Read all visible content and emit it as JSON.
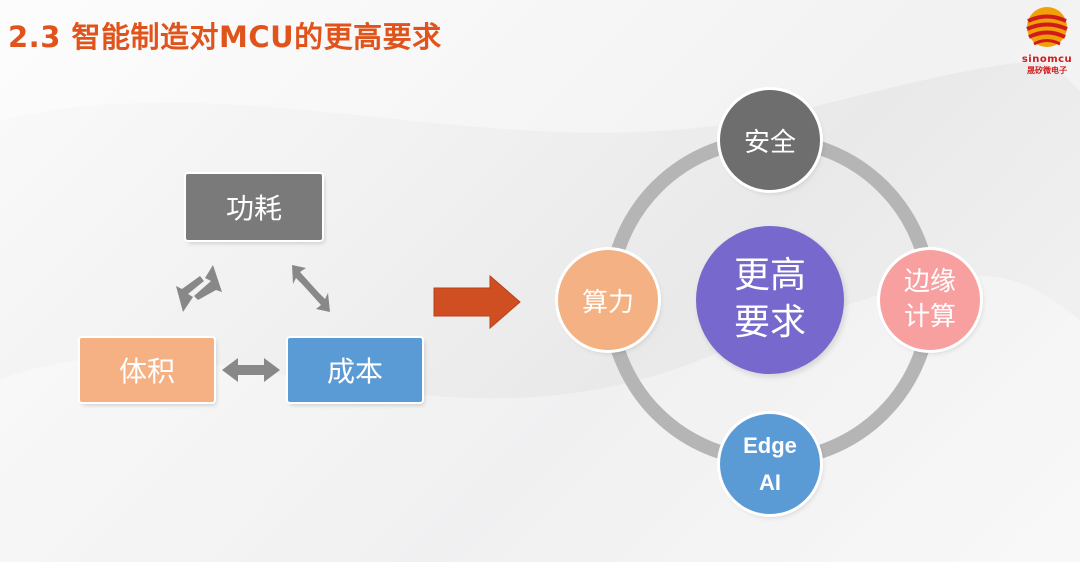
{
  "title": "2.3 智能制造对MCU的更高要求",
  "logo": {
    "brand_en": "sinomcu",
    "brand_cn": "晟矽微电子"
  },
  "triangle": {
    "top": "功耗",
    "left": "体积",
    "right": "成本"
  },
  "ring": {
    "center_line1": "更高",
    "center_line2": "要求",
    "top": "安全",
    "left": "算力",
    "right_line1": "边缘",
    "right_line2": "计算",
    "bottom_line1": "Edge",
    "bottom_line2": "AI"
  },
  "colors": {
    "title": "#e0541c",
    "power_box": "#7a7a7a",
    "volume_box": "#f5b183",
    "cost_box": "#5b9bd5",
    "center_circle": "#7668cc",
    "security_circle": "#6e6e6e",
    "compute_circle": "#f4b183",
    "edge_circle": "#f8a0a0",
    "edgeai_circle": "#5b9bd5",
    "flow_arrow": "#d04f22",
    "ring": "#b5b5b5",
    "double_arrow": "#888888"
  }
}
